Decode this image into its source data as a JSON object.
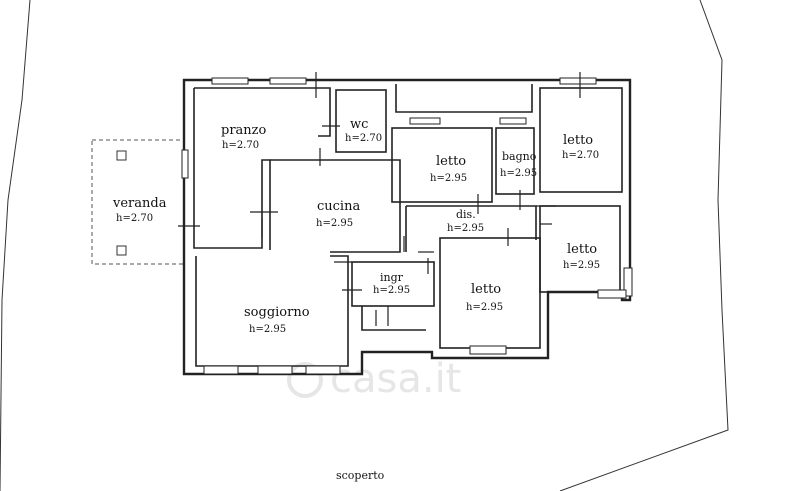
{
  "plan": {
    "rooms": [
      {
        "id": "veranda",
        "name": "veranda",
        "height": "h=2.70"
      },
      {
        "id": "pranzo",
        "name": "pranzo",
        "height": "h=2.70"
      },
      {
        "id": "wc",
        "name": "wc",
        "height": "h=2.70"
      },
      {
        "id": "cucina",
        "name": "cucina",
        "height": "h=2.95"
      },
      {
        "id": "letto1",
        "name": "letto",
        "height": "h=2.95"
      },
      {
        "id": "bagno",
        "name": "bagno",
        "height": "h=2.95"
      },
      {
        "id": "letto2",
        "name": "letto",
        "height": "h=2.70"
      },
      {
        "id": "dis",
        "name": "dis.",
        "height": "h=2.95"
      },
      {
        "id": "letto3",
        "name": "letto",
        "height": "h=2.95"
      },
      {
        "id": "ingr",
        "name": "ingr",
        "height": "h=2.95"
      },
      {
        "id": "letto4",
        "name": "letto",
        "height": "h=2.95"
      },
      {
        "id": "soggiorno",
        "name": "soggiorno",
        "height": "h=2.95"
      }
    ],
    "outside_label": "scoperto",
    "watermark": "casa.it"
  }
}
